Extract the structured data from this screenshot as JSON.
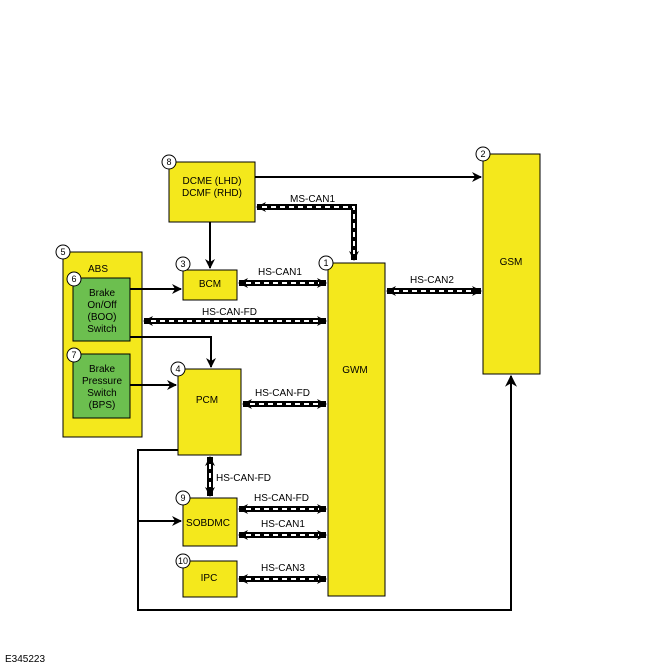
{
  "colors": {
    "module_fill": "#f4e81c",
    "switch_fill": "#6cbf4f",
    "line": "#000000",
    "background": "#ffffff"
  },
  "modules": {
    "dcm": {
      "number": "8",
      "line1": "DCME (LHD)",
      "line2": "DCMF (RHD)"
    },
    "gsm": {
      "number": "2",
      "label": "GSM"
    },
    "abs": {
      "number": "5",
      "label": "ABS"
    },
    "boo": {
      "number": "6",
      "line1": "Brake",
      "line2": "On/Off",
      "line3": "(BOO)",
      "line4": "Switch"
    },
    "bps": {
      "number": "7",
      "line1": "Brake",
      "line2": "Pressure",
      "line3": "Switch",
      "line4": "(BPS)"
    },
    "bcm": {
      "number": "3",
      "label": "BCM"
    },
    "gwm": {
      "number": "1",
      "label": "GWM"
    },
    "pcm": {
      "number": "4",
      "label": "PCM"
    },
    "sobdmc": {
      "number": "9",
      "label": "SOBDMC"
    },
    "ipc": {
      "number": "10",
      "label": "IPC"
    }
  },
  "buses": {
    "ms_can1": "MS-CAN1",
    "bcm_gwm": "HS-CAN1",
    "gwm_gsm": "HS-CAN2",
    "abs_gwm": "HS-CAN-FD",
    "pcm_gwm": "HS-CAN-FD",
    "pcm_sobdmc": "HS-CAN-FD",
    "sobdmc_gwm_fd": "HS-CAN-FD",
    "sobdmc_gwm_can1": "HS-CAN1",
    "ipc_gwm": "HS-CAN3"
  },
  "figure_code": "E345223"
}
